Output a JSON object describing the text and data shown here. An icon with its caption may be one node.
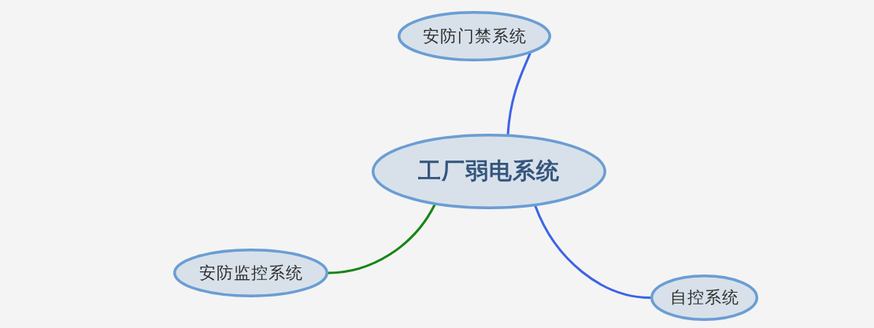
{
  "diagram": {
    "nodes": [
      {
        "text": [
          "安防门禁系统"
        ]
      },
      {
        "text": [
          "工厂弱电系统"
        ]
      },
      {
        "text": [
          "安防监控系统"
        ]
      },
      {
        "text": [
          "自控系统"
        ]
      }
    ],
    "edges": [
      {
        "from": 1,
        "to": 0,
        "arrow": "none"
      },
      {
        "from": 1,
        "to": 2,
        "arrow": "none",
        "color": "#168516"
      },
      {
        "from": 1,
        "to": 3,
        "arrow": "none"
      }
    ]
  }
}
